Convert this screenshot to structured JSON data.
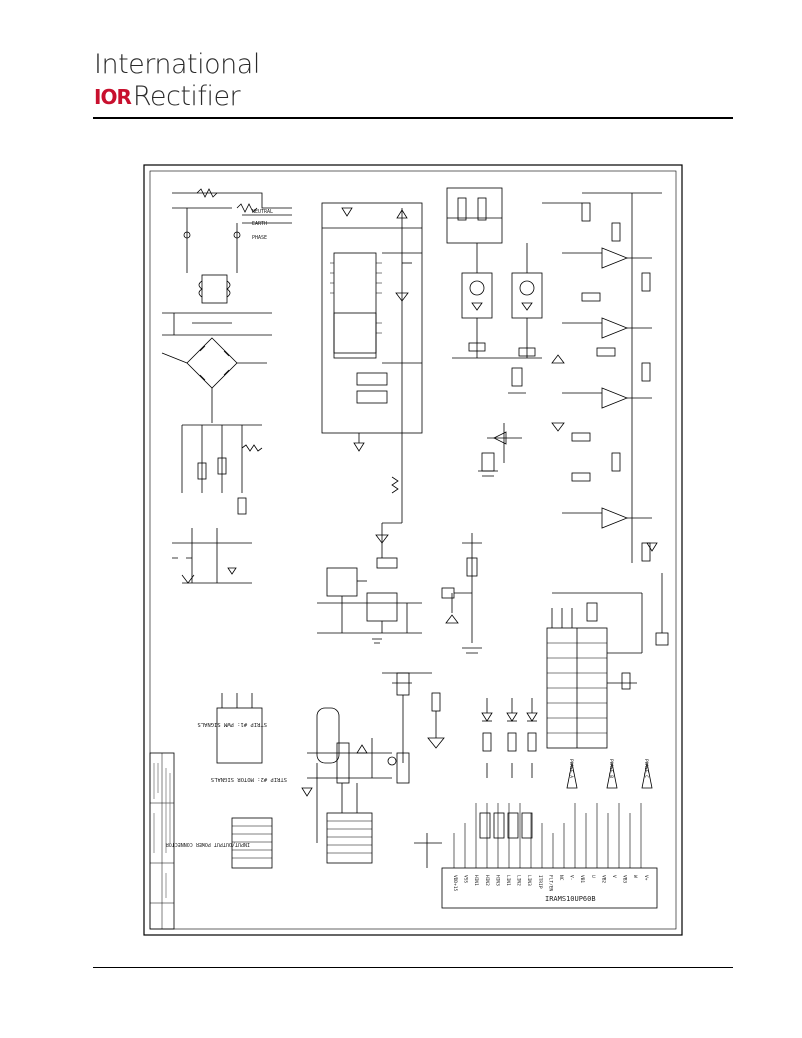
{
  "header": {
    "company_line1": "International",
    "logo_mark": "IOR",
    "company_line2": "Rectifier"
  },
  "schematic": {
    "chip_label": "IRAMS10UP60B",
    "strip1_label": "STRIP #1: PWM SIGNALS",
    "strip2_label": "STRIP #2: MOTOR SIGNALS",
    "power_conn_label": "INPUT/OUTPUT POWER CONNECTOR",
    "terminal_labels": [
      "NEUTRAL",
      "EARTH",
      "PHASE"
    ],
    "chip_pins": [
      "VDD+15",
      "VSS",
      "HIN1",
      "HIN2",
      "HIN3",
      "LIN1",
      "LIN2",
      "LIN3",
      "ITRIP",
      "FLT/EN",
      "NC",
      "V-",
      "VB1",
      "U",
      "VB2",
      "V",
      "VB3",
      "W",
      "V+"
    ],
    "phase_labels": [
      "PHASE_A",
      "PHASE_B",
      "PHASE_C"
    ]
  },
  "colors": {
    "brand_red": "#c8102e",
    "line": "#000000"
  }
}
